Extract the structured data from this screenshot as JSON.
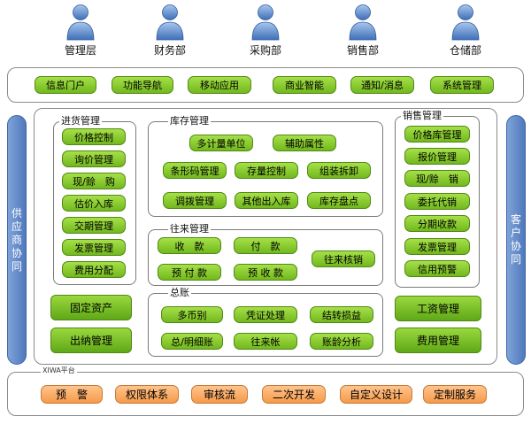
{
  "roles": [
    "管理层",
    "财务部",
    "采购部",
    "销售部",
    "仓储部"
  ],
  "top_bar": [
    "信息门户",
    "功能导航",
    "移动应用",
    "商业智能",
    "通知/消息",
    "系统管理"
  ],
  "sides": {
    "left": "供应商协同",
    "right": "客户协同"
  },
  "purchase": {
    "title": "进货管理",
    "items": [
      "价格控制",
      "询价管理",
      "现/赊　购",
      "估价入库",
      "交期管理",
      "发票管理",
      "费用分配"
    ]
  },
  "inventory": {
    "title": "库存管理",
    "items": [
      "多计量单位",
      "辅助属性",
      "条形码管理",
      "存量控制",
      "组装拆卸",
      "调拨管理",
      "其他出入库",
      "库存盘点"
    ]
  },
  "transactions": {
    "title": "往来管理",
    "items": [
      "收　款",
      "付　款",
      "往来核销",
      "预 付 款",
      "预 收 款"
    ]
  },
  "ledger": {
    "title": "总账",
    "items": [
      "多币别",
      "凭证处理",
      "结转损益",
      "总/明细账",
      "往来帐",
      "账龄分析"
    ]
  },
  "sales": {
    "title": "销售管理",
    "items": [
      "价格库管理",
      "报价管理",
      "现/赊　销",
      "委托代销",
      "分期收款",
      "发票管理",
      "信用预警"
    ]
  },
  "left_extra": [
    "固定资产",
    "出纳管理"
  ],
  "right_extra": [
    "工资管理",
    "费用管理"
  ],
  "platform": {
    "label": "XIWA平台",
    "items": [
      "预　警",
      "权限体系",
      "审核流",
      "二次开发",
      "自定义设计",
      "定制服务"
    ]
  },
  "colors": {
    "green": "#8ccc32",
    "orange": "#f7a862",
    "side_blue": "#5b84c4",
    "person_blue": "#4a78c0"
  }
}
